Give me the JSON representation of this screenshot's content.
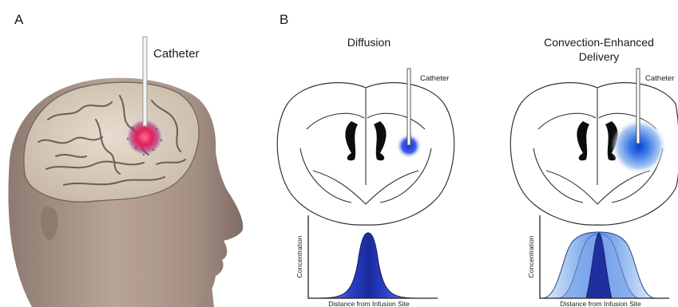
{
  "panel_a": {
    "label": "A",
    "catheter_label": "Catheter"
  },
  "panel_b": {
    "label": "B",
    "diffusion": {
      "title": "Diffusion",
      "catheter_label": "Catheter",
      "ylabel": "Concentration",
      "xlabel": "Distance from Infusion Site"
    },
    "ced": {
      "title_line1": "Convection-Enhanced",
      "title_line2": "Delivery",
      "catheter_label": "Catheter",
      "ylabel": "Concentration",
      "xlabel": "Distance from Infusion Site"
    }
  },
  "colors": {
    "infusion_blue": "#1f3fd0",
    "infusion_light": "#bcd4f5",
    "tumor_red": "#e0205a",
    "head_skin": "#b8a296",
    "brain_tissue": "#d7cbbd",
    "outline": "#333333"
  }
}
